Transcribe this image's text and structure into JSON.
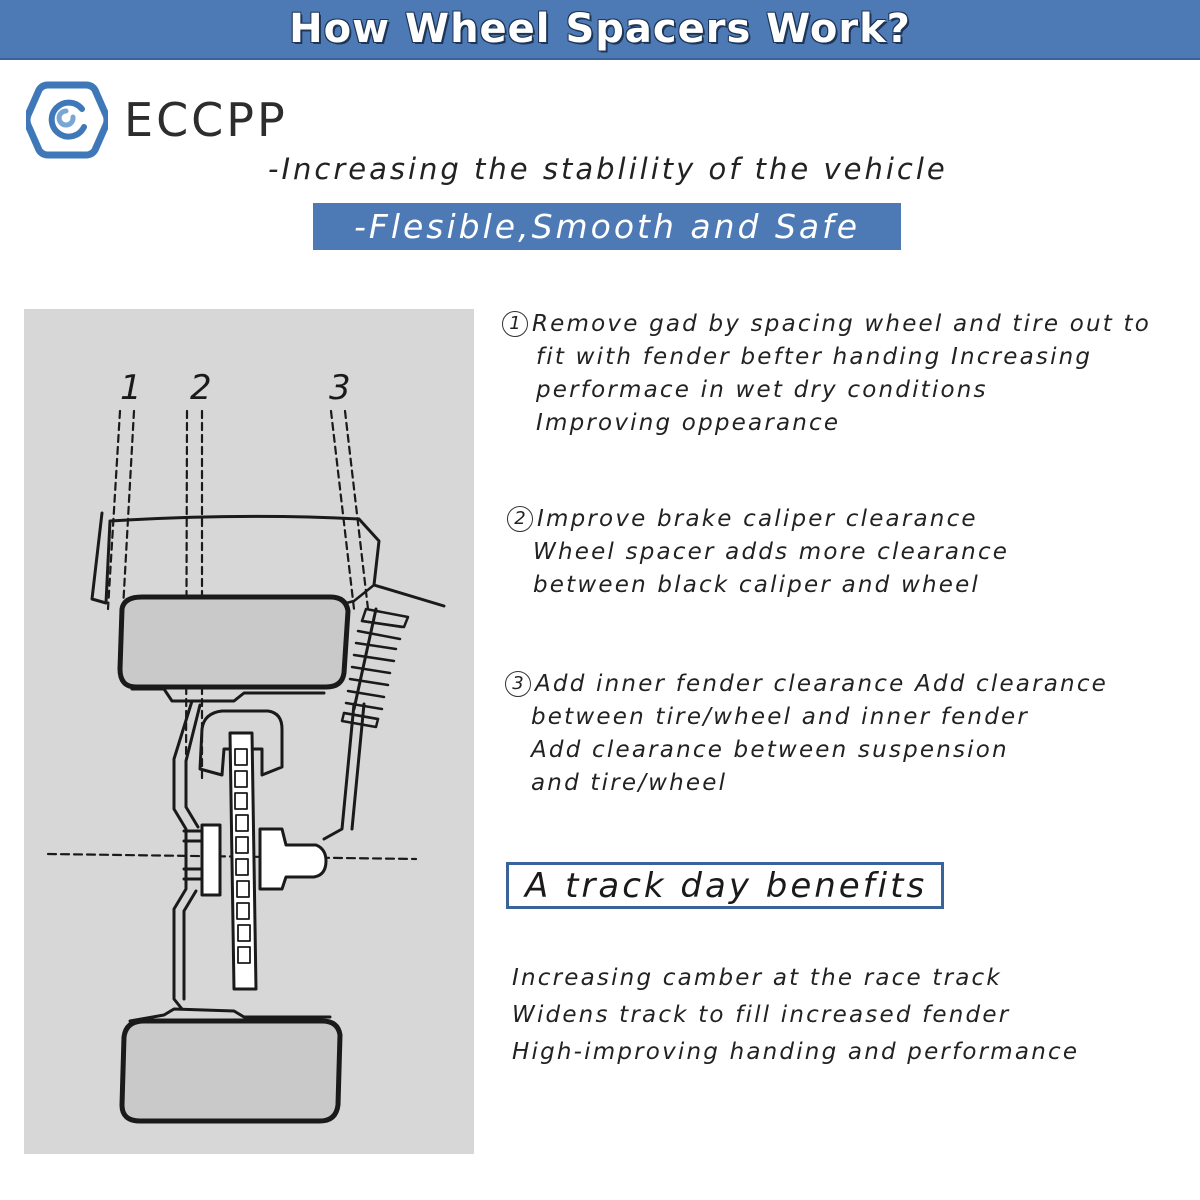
{
  "banner": {
    "title": "How Wheel Spacers Work?"
  },
  "brand": {
    "name": "ECCPP",
    "logo_icon": "hexagon-cycle-icon",
    "color": "#4d7ab5"
  },
  "tagline": "-Increasing the stablility of the vehicle",
  "slogan": "-Flesible,Smooth and Safe",
  "diagram": {
    "labels": [
      "1",
      "2",
      "3"
    ]
  },
  "features": [
    {
      "number": "1",
      "lines": [
        "Remove gad by spacing wheel and tire out to",
        "fit with fender befter handing Increasing",
        "performace in wet dry conditions",
        "Improving oppearance"
      ]
    },
    {
      "number": "2",
      "lines": [
        "Improve brake caliper clearance",
        "Wheel spacer adds more clearance",
        "between black caliper and wheel"
      ]
    },
    {
      "number": "3",
      "lines": [
        "Add inner fender clearance Add clearance",
        "between tire/wheel and inner fender",
        "Add clearance between suspension",
        "and tire/wheel"
      ]
    }
  ],
  "track_day": {
    "heading": "A track day benefits",
    "items": [
      "Increasing camber at the race track",
      "Widens track to fill increased fender",
      "High-improving handing and performance"
    ]
  },
  "colors": {
    "banner": "#4d7ab5",
    "diagram_bg": "#d7d7d7",
    "tire_fill": "#c9c9c9"
  }
}
